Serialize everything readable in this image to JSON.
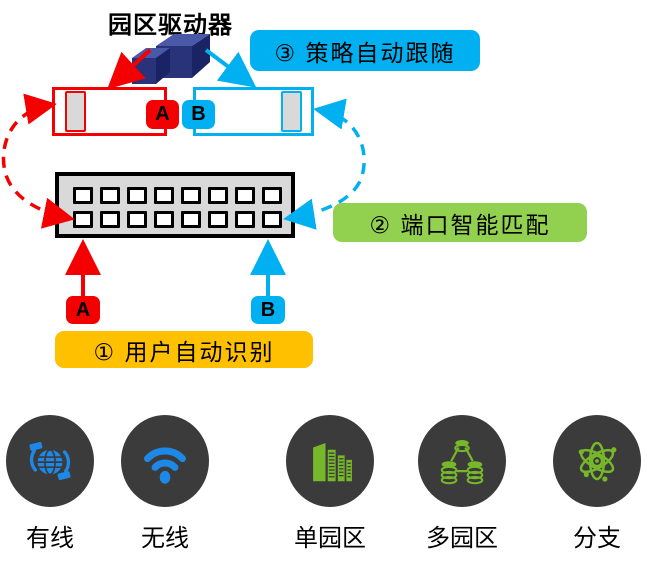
{
  "diagram": {
    "title": "园区驱动器",
    "steps": [
      {
        "num": "1",
        "label": "① 用户自动识别",
        "color": "#ffc000"
      },
      {
        "num": "2",
        "label": "② 端口智能匹配",
        "color": "#92d050"
      },
      {
        "num": "3",
        "label": "③ 策略自动跟随",
        "color": "#00b0f0"
      }
    ],
    "policy_boxes": {
      "a_label": "A",
      "b_label": "B"
    },
    "user_badges": {
      "a_label": "A",
      "b_label": "B"
    },
    "switch": {
      "port_columns": 8,
      "port_rows": 2
    }
  },
  "scenarios": [
    {
      "label": "有线",
      "icon": "wired-icon",
      "icon_color": "#1d88e5"
    },
    {
      "label": "无线",
      "icon": "wireless-icon",
      "icon_color": "#1d88e5"
    },
    {
      "label": "单园区",
      "icon": "single-campus-icon",
      "icon_color": "#76b82a"
    },
    {
      "label": "多园区",
      "icon": "multi-campus-icon",
      "icon_color": "#76b82a"
    },
    {
      "label": "分支",
      "icon": "branch-icon",
      "icon_color": "#76b82a"
    }
  ],
  "colors": {
    "accent_red": "#f40000",
    "accent_blue": "#00b0f0",
    "accent_green": "#92d050",
    "accent_orange": "#ffc000",
    "icon_blue": "#1d88e5",
    "icon_green": "#76b82a",
    "circle_bg": "#3b3b3b",
    "switch_gray": "#d9d9d9",
    "navy_top": "#4a58a8",
    "navy_front": "#283379",
    "navy_side": "#1a2465"
  }
}
